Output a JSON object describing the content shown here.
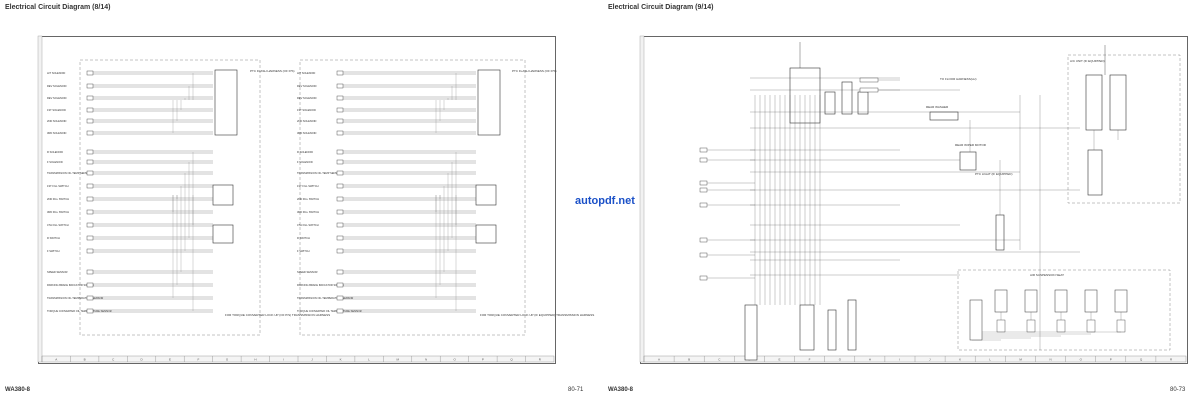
{
  "left_page": {
    "title": "Electrical Circuit Diagram (8/14)",
    "footer_model": "WA380-8",
    "page_number": "80-71",
    "labels": {
      "ptc_harness_a": "PTC FLASH HARNESS (OF P/S)",
      "ptc_harness_b": "PTC FLASH HARNESS (OF P/S)",
      "note_a": "FOR TORQUE CONVERTER LOCK UP (OF P/S) TRANSMISSION HARNESS",
      "note_b": "FOR TORQUE CONVERTER LOCK UP (IF EQUIPPED) TRANSMISSION HARNESS",
      "sol_rows": [
        "H/T SOLENOID",
        "REV SOLENOID",
        "REV SOLENOID",
        "1ST SOLENOID",
        "2ND SOLENOID",
        "3RD SOLENOID",
        "R SOLENOID",
        "F SOLENOID",
        "TRANSMISSION OIL TEMP SENSOR",
        "1ST FILL SWITCH",
        "2ND FILL SWITCH",
        "3RD FILL SWITCH",
        "4TH FILL SWITCH",
        "R SWITCH",
        "F SWITCH",
        "SPEED SENSOR",
        "PARKING BRAKE INDICATOR SWITCH",
        "TRANSMISSION OIL TEMPERATURE SENSOR",
        "TORQUE CONVERTER OIL TEMPERATURE SENSOR"
      ]
    },
    "bottom_ticks": [
      "A",
      "B",
      "C",
      "D",
      "E",
      "F",
      "G",
      "H",
      "I",
      "J",
      "K",
      "L",
      "M",
      "N",
      "O",
      "P",
      "Q",
      "R"
    ]
  },
  "right_page": {
    "title": "Electrical Circuit Diagram (9/14)",
    "footer_model": "WA380-8",
    "page_number": "80-73",
    "labels": {
      "front_harness": "TO FLOOR HARNESS(LH)",
      "rear_wiper": "REAR WIPER MOTOR",
      "rear_washer": "REAR WASHER",
      "ac_unit": "A/C UNIT (IF EQUIPPED)",
      "air_suspension": "AIR SUSPENSION SEAT",
      "ptc_light": "PTC LIGHT (IF EQUIPPED)"
    },
    "bottom_ticks": [
      "A",
      "B",
      "C",
      "D",
      "E",
      "F",
      "G",
      "H",
      "I",
      "J",
      "K",
      "L",
      "M",
      "N",
      "O",
      "P",
      "Q",
      "R"
    ]
  },
  "watermark": "autopdf.net"
}
